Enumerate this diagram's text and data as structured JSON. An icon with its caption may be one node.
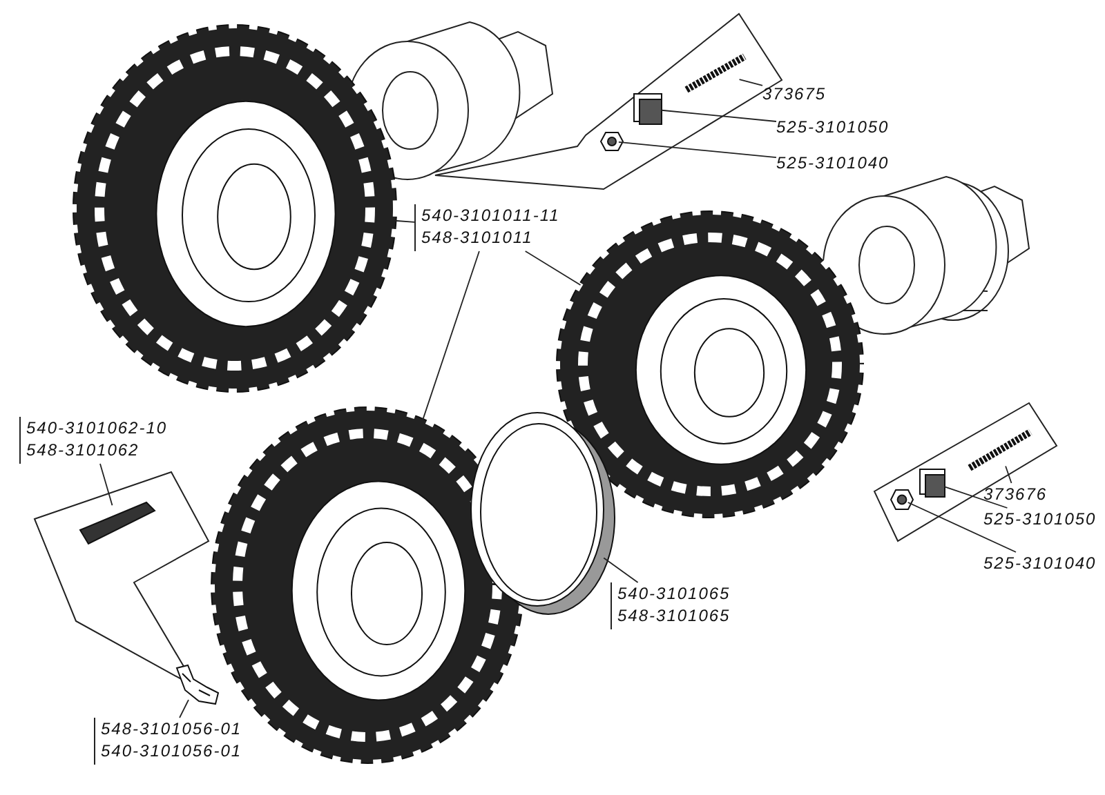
{
  "diagram": {
    "nodes": [
      {
        "text": [
          "373675"
        ]
      },
      {
        "text": [
          "525-3101050"
        ]
      },
      {
        "text": [
          "525-3101040"
        ]
      },
      {
        "text": [],
        "shape": "picture"
      },
      {
        "text": [],
        "shape": "picture"
      },
      {
        "text": [],
        "shape": "picture"
      },
      {
        "text": [
          "540-3101011-11",
          "548-3101011"
        ]
      },
      {
        "text": [],
        "shape": "picture"
      },
      {
        "text": [],
        "shape": "picture"
      },
      {
        "text": [],
        "shape": "picture"
      },
      {
        "text": [
          "540-3101062-10",
          "548-3101062"
        ]
      },
      {
        "text": [],
        "shape": "picture"
      },
      {
        "text": [
          "548-3101056-01",
          "540-3101056-01"
        ]
      },
      {
        "text": [],
        "shape": "picture"
      },
      {
        "text": [],
        "shape": "picture"
      },
      {
        "text": [
          "540-3101065",
          "548-3101065"
        ]
      },
      {
        "text": [
          "373676"
        ]
      },
      {
        "text": [
          "525-3101050"
        ]
      },
      {
        "text": [
          "525-3101040"
        ]
      },
      {
        "text": [],
        "shape": "picture"
      },
      {
        "text": [],
        "shape": "picture"
      },
      {
        "text": [],
        "shape": "picture"
      }
    ],
    "edges": [
      {
        "from": 0,
        "to": 3,
        "arrow": "none"
      },
      {
        "from": 1,
        "to": 4,
        "arrow": "none"
      },
      {
        "from": 2,
        "to": 5,
        "arrow": "none"
      },
      {
        "from": 6,
        "to": 7,
        "arrow": "none"
      },
      {
        "from": 6,
        "to": 8,
        "arrow": "none"
      },
      {
        "from": 6,
        "to": 9,
        "arrow": "none"
      },
      {
        "from": 10,
        "to": 11,
        "arrow": "none"
      },
      {
        "from": 12,
        "to": 13,
        "arrow": "none"
      },
      {
        "from": 15,
        "to": 14,
        "arrow": "none"
      },
      {
        "from": 16,
        "to": 19,
        "arrow": "none"
      },
      {
        "from": 17,
        "to": 20,
        "arrow": "none"
      },
      {
        "from": 18,
        "to": 21,
        "arrow": "none"
      }
    ]
  }
}
